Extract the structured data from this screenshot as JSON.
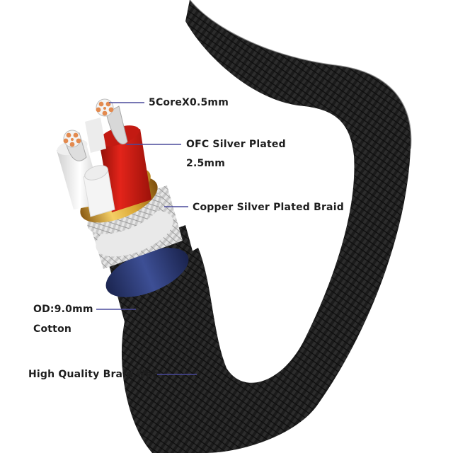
{
  "labels": {
    "core": "5CoreX0.5mm",
    "ofc_line1": "OFC Silver Plated",
    "ofc_line2": "2.5mm",
    "braid": "Copper Silver Plated Braid",
    "od_line1": "OD:9.0mm",
    "od_line2": "Cotton",
    "net": "High Quality Braid Net"
  },
  "colors": {
    "background": "#ffffff",
    "braid_black": "#1c1c1c",
    "leader_line": "#4a4a9c",
    "red_insulation": "#d8190f",
    "gold_ring": "#d9a531",
    "blue_ring": "#2f3e79",
    "copper_core": "#e38a4f"
  }
}
